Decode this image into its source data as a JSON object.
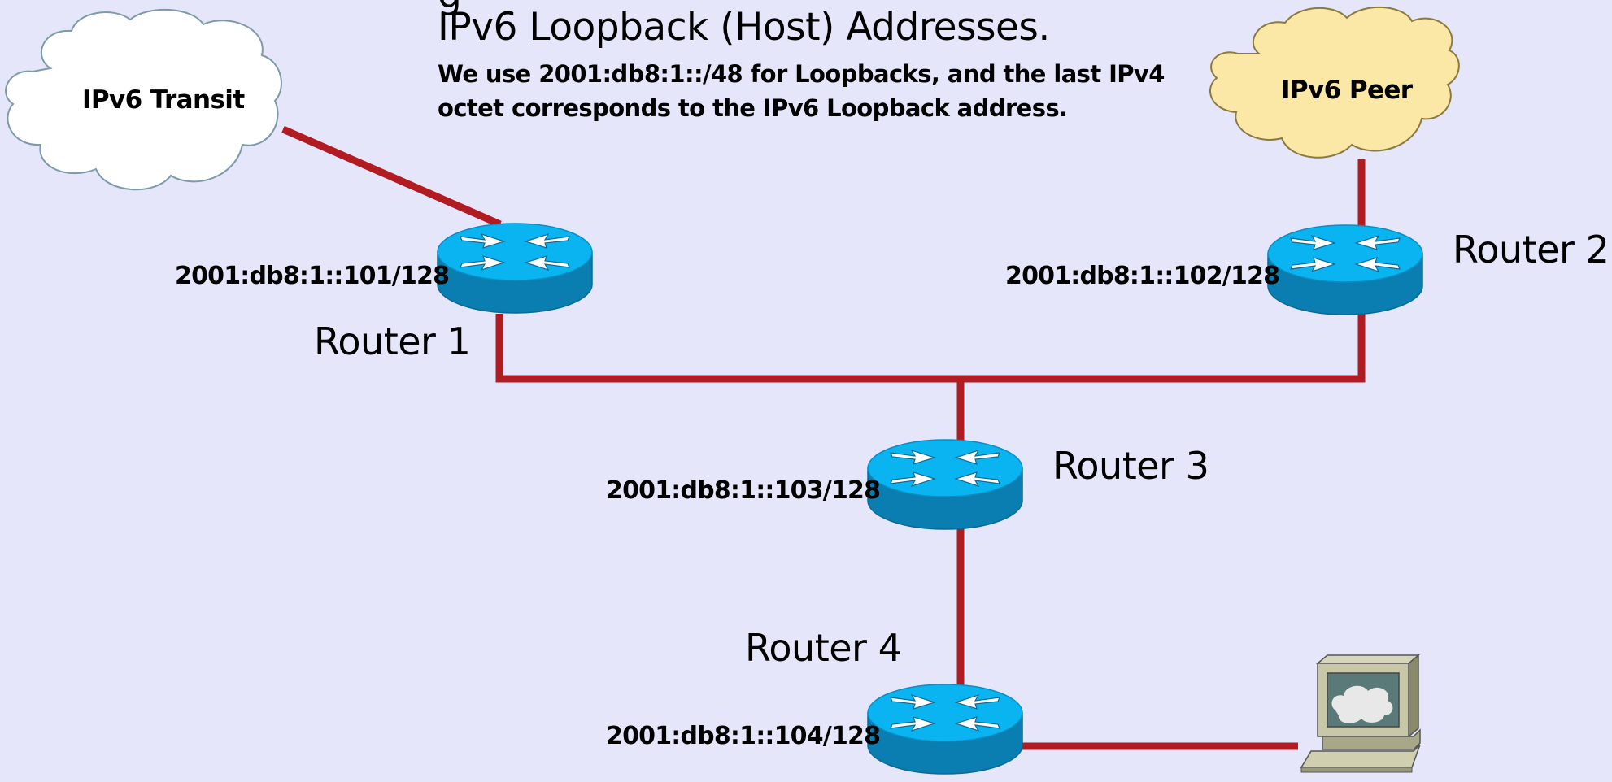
{
  "diagram": {
    "title_top": "g",
    "title": "IPv6 Loopback (Host) Addresses.",
    "subtitle_line1": "We use 2001:db8:1::/48 for Loopbacks, and the last IPv4",
    "subtitle_line2": "octet corresponds to the IPv6 Loopback address.",
    "colors": {
      "background": "#e6e6fa",
      "link": "#b01c22",
      "router_top": "#0ab4f0",
      "router_body": "#0a7eb0",
      "transit_cloud": "#ffffff",
      "peer_cloud": "#fbe7a6"
    },
    "clouds": [
      {
        "id": "transit",
        "label": "IPv6 Transit",
        "icon": "cloud-icon"
      },
      {
        "id": "peer",
        "label": "IPv6 Peer",
        "icon": "cloud-icon"
      }
    ],
    "routers": [
      {
        "id": "r1",
        "name": "Router 1",
        "loopback": "2001:db8:1::101/128",
        "icon": "router-icon"
      },
      {
        "id": "r2",
        "name": "Router 2",
        "loopback": "2001:db8:1::102/128",
        "icon": "router-icon"
      },
      {
        "id": "r3",
        "name": "Router 3",
        "loopback": "2001:db8:1::103/128",
        "icon": "router-icon"
      },
      {
        "id": "r4",
        "name": "Router 4",
        "loopback": "2001:db8:1::104/128",
        "icon": "router-icon"
      }
    ],
    "host": {
      "icon": "workstation-icon"
    },
    "links": [
      {
        "from": "transit",
        "to": "r1"
      },
      {
        "from": "peer",
        "to": "r2"
      },
      {
        "from": "r1",
        "to": "r3"
      },
      {
        "from": "r2",
        "to": "r3"
      },
      {
        "from": "r3",
        "to": "r4"
      },
      {
        "from": "r4",
        "to": "host"
      }
    ]
  }
}
